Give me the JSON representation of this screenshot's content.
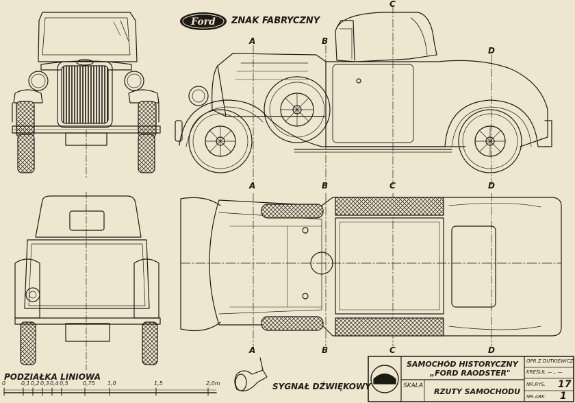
{
  "logo": {
    "brand": "Ford",
    "caption": "ZNAK FABRYCZNY"
  },
  "sections": {
    "top": [
      "C",
      "A",
      "B",
      "D"
    ],
    "mid": [
      "A",
      "B",
      "C",
      "D"
    ],
    "bottom": [
      "A",
      "B",
      "C",
      "D"
    ]
  },
  "horn_caption": "SYGNAŁ DŹWIĘKOWY",
  "scale_bar": {
    "title": "PODZIAŁKA LINIOWA",
    "ticks": [
      "0",
      "0,1",
      "0,2",
      "0,3",
      "0,4",
      "0,5",
      "0,75",
      "1,0",
      "1,5",
      "2,0m"
    ]
  },
  "title_block": {
    "title_line1": "SAMOCHÓD HISTORYCZNY",
    "title_line2": "„FORD RAODSTER\"",
    "scale_label": "SKALA",
    "subtitle": "RZUTY SAMOCHODU",
    "drawn_by": "OPR.Z.DUTKIEWICZ",
    "drew": "KREŚLIŁ — „ —",
    "figure_label": "NR.RYS.",
    "figure_no": "17",
    "sheet_label": "NR.ARK.",
    "sheet_no": "1"
  },
  "colors": {
    "paper": "#efe6cf",
    "ink": "#1d1a14"
  }
}
